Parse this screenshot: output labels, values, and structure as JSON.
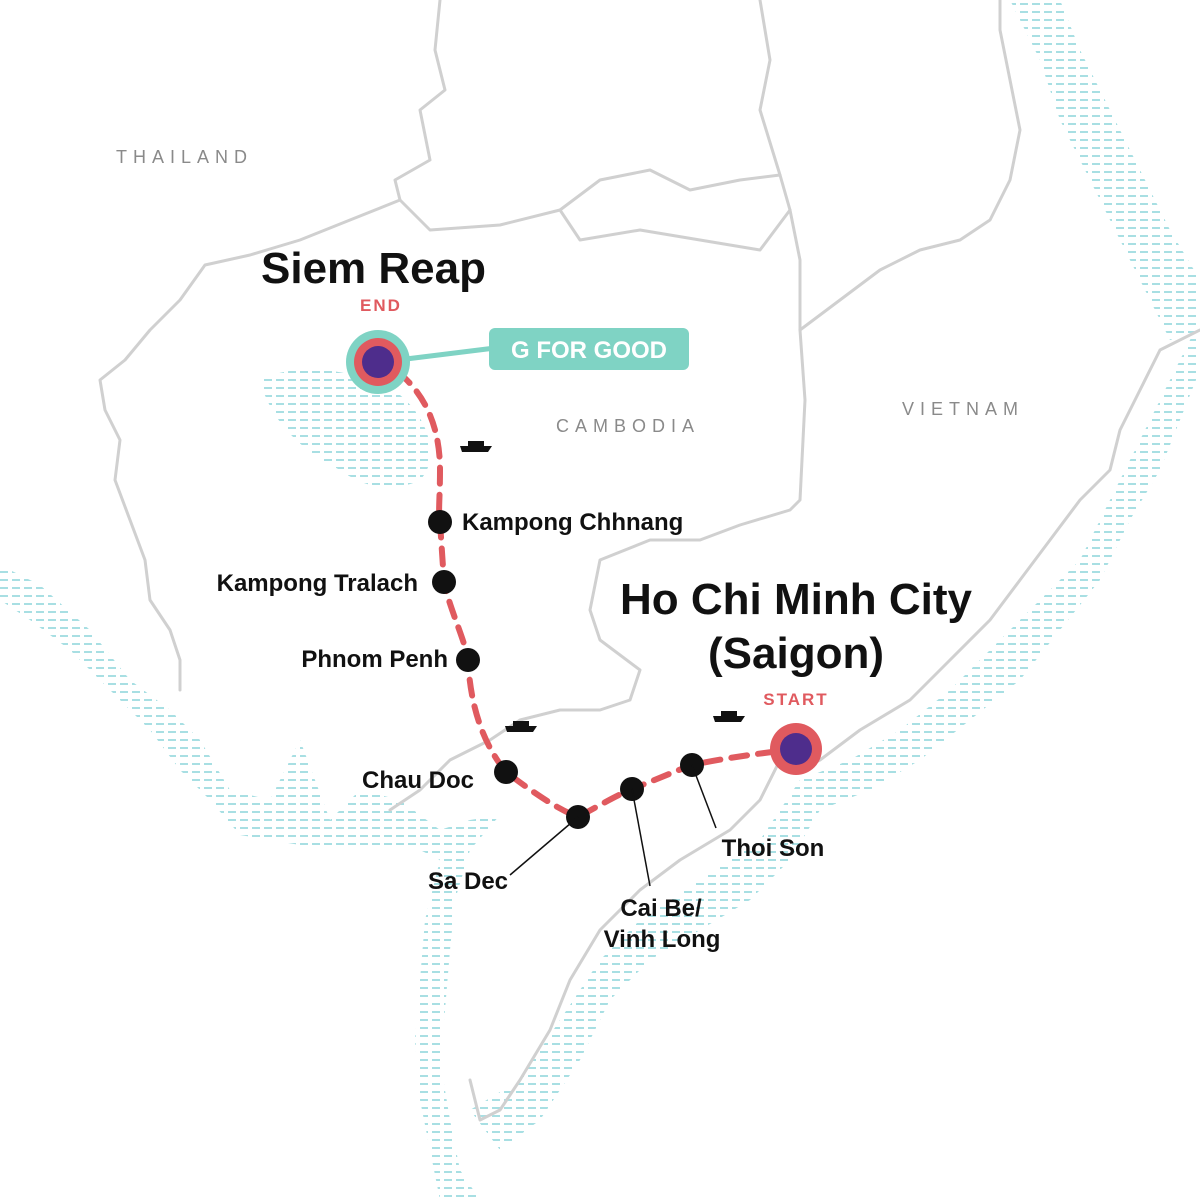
{
  "countries": {
    "thailand": "THAILAND",
    "cambodia": "CAMBODIA",
    "vietnam": "VIETNAM"
  },
  "end_city": {
    "name": "Siem Reap",
    "tag": "END"
  },
  "start_city": {
    "line1": "Ho Chi Minh City",
    "line2": "(Saigon)",
    "tag": "START"
  },
  "badge": {
    "label": "G FOR GOOD"
  },
  "stops": {
    "kampong_chhnang": "Kampong Chhnang",
    "kampong_tralach": "Kampong Tralach",
    "phnom_penh": "Phnom Penh",
    "chau_doc": "Chau Doc",
    "sa_dec": "Sa Dec",
    "cai_be_1": "Cai Be/",
    "cai_be_2": "Vinh Long",
    "thoi_son": "Thoi Son"
  },
  "colors": {
    "route": "#e05a5f",
    "endpoint_fill": "#4e2d8c",
    "badge": "#7fd3c4",
    "border": "#d0d0d0",
    "water": "#a8dfe3",
    "tag": "#e05a5f"
  },
  "icons": [
    "boat-icon",
    "boat-icon",
    "boat-icon"
  ]
}
